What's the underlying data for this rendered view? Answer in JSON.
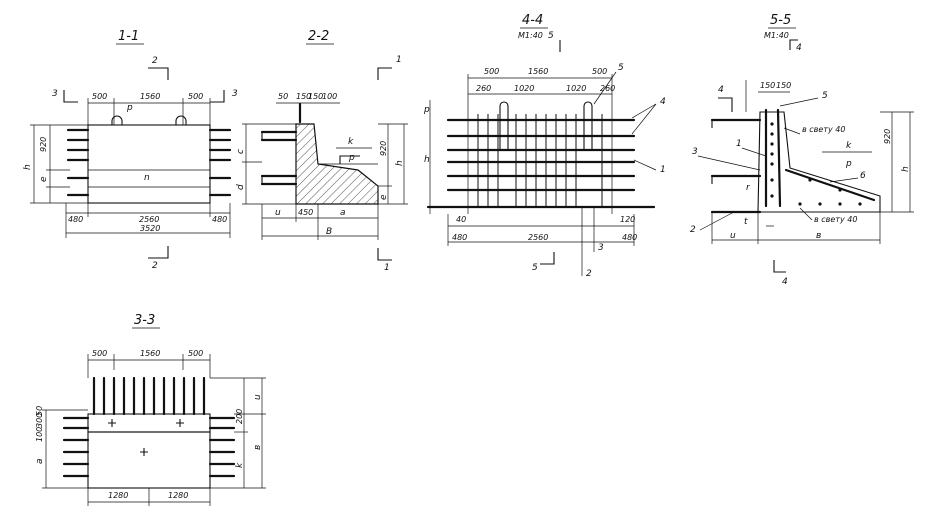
{
  "sections": {
    "s11": {
      "title": "1-1",
      "dims_top": [
        "500",
        "1560",
        "500"
      ],
      "dims_bottom": [
        "480",
        "2560",
        "480"
      ],
      "dim_total": "3520",
      "side_dims": [
        "920",
        "e",
        "h"
      ],
      "labels": [
        "p",
        "n",
        "2",
        "2",
        "3",
        "3"
      ]
    },
    "s22": {
      "title": "2-2",
      "dims_top": [
        "50",
        "150",
        "150",
        "100"
      ],
      "dims_bottom": [
        "u",
        "450",
        "a",
        "B"
      ],
      "side_dims": [
        "c",
        "d",
        "920",
        "h",
        "e"
      ],
      "labels": [
        "k",
        "p",
        "1",
        "1"
      ]
    },
    "s44": {
      "title": "4-4",
      "scale": "M1:40",
      "dims_top": [
        "500",
        "1560",
        "500"
      ],
      "dims_inner": [
        "260",
        "1020",
        "1020",
        "260"
      ],
      "dims_bottom": [
        "480",
        "2560",
        "480"
      ],
      "small_dims": [
        "40",
        "120"
      ],
      "labels": [
        "5",
        "4",
        "1",
        "5",
        "2",
        "3",
        "5",
        "h",
        "p"
      ]
    },
    "s55": {
      "title": "5-5",
      "scale": "M1:40",
      "dims_top": [
        "150",
        "150"
      ],
      "notes": [
        "в свету 40",
        "в свету 40"
      ],
      "side_dims": [
        "920",
        "h"
      ],
      "labels": [
        "4",
        "5",
        "3",
        "1",
        "k",
        "p",
        "6",
        "2",
        "t",
        "u",
        "в",
        "4",
        "r",
        "4"
      ]
    },
    "s33": {
      "title": "3-3",
      "dims_top": [
        "500",
        "1560",
        "500"
      ],
      "dims_bottom": [
        "1280",
        "1280"
      ],
      "side_left": [
        "100",
        "300",
        "50",
        "a"
      ],
      "side_right": [
        "200",
        "u",
        "в",
        "k"
      ]
    }
  }
}
